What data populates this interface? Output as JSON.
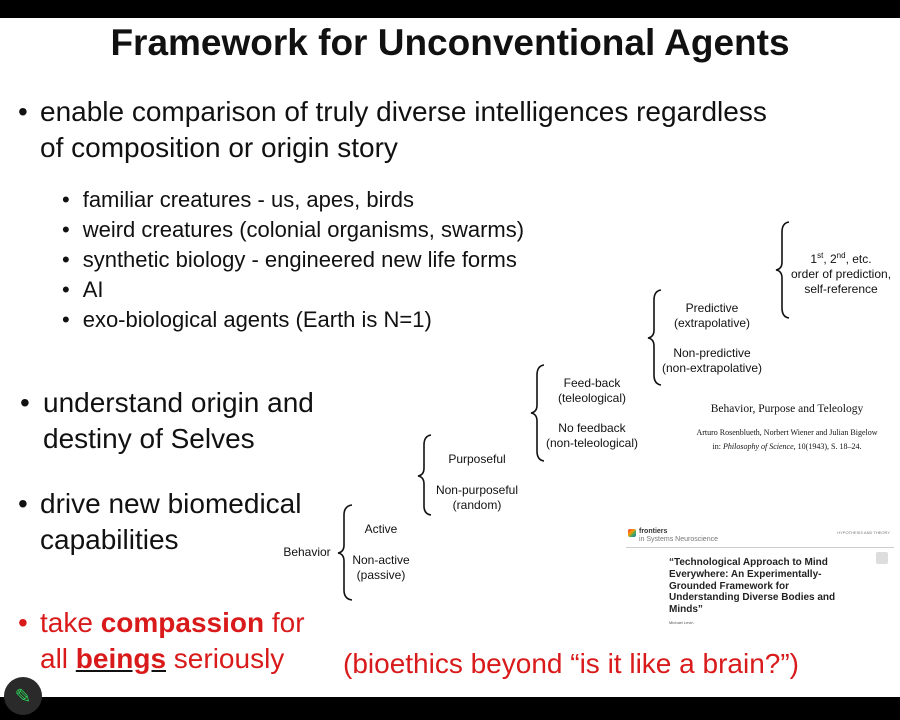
{
  "title": "Framework for Unconventional Agents",
  "bullets": {
    "b1": [
      "enable comparison of truly diverse intelligences regardless",
      "of composition or origin story"
    ],
    "sub": [
      "familiar creatures - us, apes, birds",
      "weird creatures (colonial organisms, swarms)",
      "synthetic biology - engineered new life forms",
      "AI",
      "exo-biological agents (Earth is N=1)"
    ],
    "b2": [
      "understand origin and",
      "destiny of Selves"
    ],
    "b3": [
      "drive new biomedical",
      "capabilities"
    ],
    "b4": {
      "take": "take ",
      "compassion": "compassion",
      "for": " for",
      "all": "all ",
      "beings": "beings",
      "seriously": " seriously"
    },
    "bioethics": "(bioethics beyond “is it like a brain?”)"
  },
  "diagram": {
    "behavior": "Behavior",
    "active": "Active",
    "nonactive": [
      "Non-active",
      "(passive)"
    ],
    "purposeful": "Purposeful",
    "nonpurposeful": [
      "Non-purposeful",
      "(random)"
    ],
    "feedback": [
      "Feed-back",
      "(teleological)"
    ],
    "nofeedback": [
      "No feedback",
      "(non-teleological)"
    ],
    "predictive": [
      "Predictive",
      "(extrapolative)"
    ],
    "nonpredictive": [
      "Non-predictive",
      "(non-extrapolative)"
    ],
    "order": {
      "first": "1",
      "st": "st",
      ", ": ", ",
      "second": "2",
      "nd": "nd",
      "etc": ", etc.",
      "l2": "order of prediction,",
      "l3": "self-reference"
    }
  },
  "citation": {
    "title": "Behavior, Purpose and Teleology",
    "authors": "Arturo Rosenblueth, Norbert Wiener and Julian Bigelow",
    "in": "in: ",
    "journal": "Philosophy of Science",
    "ref": ", 10(1943), S. 18–24."
  },
  "paper": {
    "publisher": "frontiers",
    "journal": "in Systems Neuroscience",
    "type": "HYPOTHESIS AND THEORY",
    "title": "“Technological Approach to Mind Everywhere: An Experimentally-Grounded Framework for Understanding Diverse Bodies and Minds”",
    "author": "Michael Levin"
  },
  "colors": {
    "red": "#d91a1a",
    "green": "#2ecc55"
  }
}
